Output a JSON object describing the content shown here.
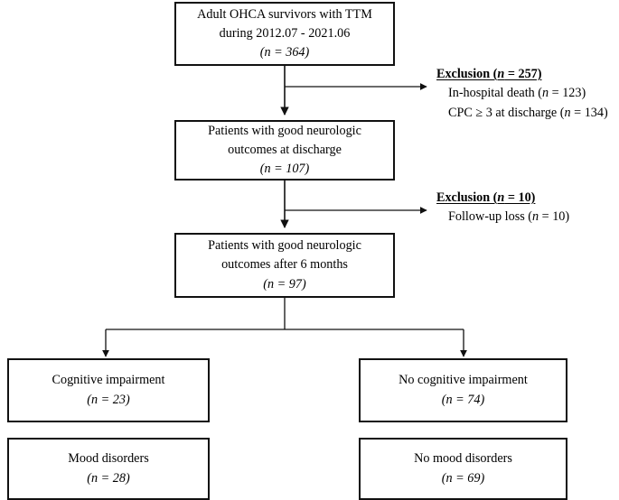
{
  "diagram": {
    "title": "OHCA survivor cohort flow diagram",
    "stroke_color": "#111111",
    "background_color": "#ffffff",
    "nodes": [
      {
        "id": "enrolled",
        "lines": [
          "Adult OHCA survivors with TTM",
          "during 2012.07 - 2021.06",
          "(n = 364)"
        ],
        "count": 364
      },
      {
        "id": "discharge",
        "lines": [
          "Patients with good neurologic",
          "outcomes at discharge",
          "(n = 107)"
        ],
        "count": 107
      },
      {
        "id": "six_months",
        "lines": [
          "Patients with good neurologic",
          "outcomes after 6 months",
          "(n = 97)"
        ],
        "count": 97
      },
      {
        "id": "cognitive_impairment",
        "lines": [
          "Cognitive impairment",
          "(n = 23)"
        ],
        "count": 23
      },
      {
        "id": "no_cognitive_impairment",
        "lines": [
          "No cognitive impairment",
          "(n = 74)"
        ],
        "count": 74
      },
      {
        "id": "mood_disorders",
        "lines": [
          "Mood disorders",
          "(n = 28)"
        ],
        "count": 28
      },
      {
        "id": "no_mood_disorders",
        "lines": [
          "No mood disorders",
          "(n = 69)"
        ],
        "count": 69
      }
    ],
    "exclusions": [
      {
        "id": "exclusion_1",
        "title": "Exclusion (n = 257)",
        "items": [
          "In-hospital death (n = 123)",
          "CPC ≥ 3 at discharge (n = 134)"
        ],
        "count": 257
      },
      {
        "id": "exclusion_2",
        "title": "Exclusion (n = 10)",
        "items": [
          "Follow-up loss (n = 10)"
        ],
        "count": 10
      }
    ]
  }
}
